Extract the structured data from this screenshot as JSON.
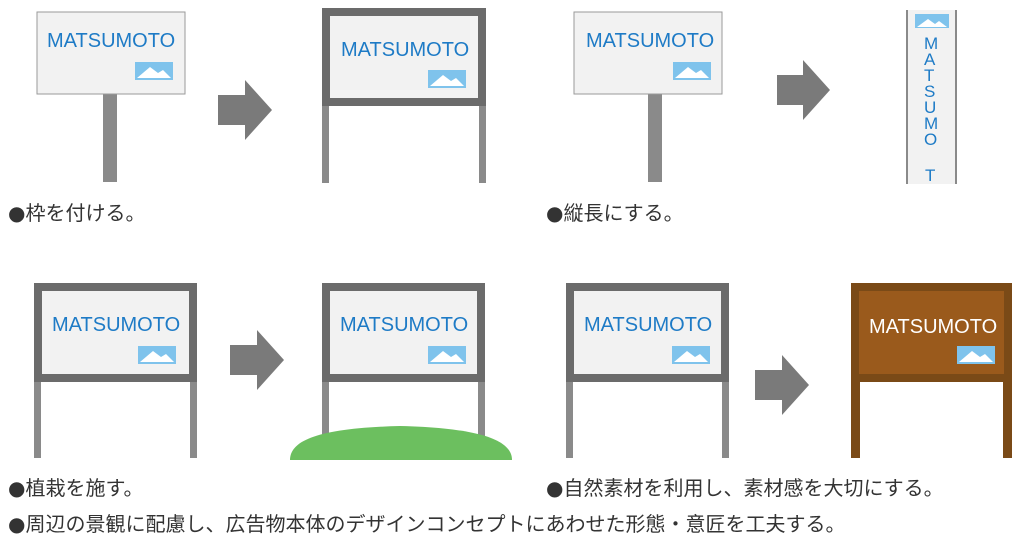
{
  "sign": {
    "text": "MATSUMOTO",
    "vertical_letters": [
      "M",
      "A",
      "T",
      "S",
      "U",
      "M",
      "O",
      "T"
    ]
  },
  "captions": {
    "frame": "●枠を付ける。",
    "vertical": "●縦長にする。",
    "planting": "●植栽を施す。",
    "material": "●自然素材を利用し、素材感を大切にする。",
    "summary": "●周辺の景観に配慮し、広告物本体のデザインコンセプトにあわせた形態・意匠を工夫する。"
  },
  "colors": {
    "post": "#8a8a8a",
    "frame": "#6b6b6b",
    "panel": "#f2f2f2",
    "text": "#1e7bc6",
    "icon_sky": "#7fc3ec",
    "arrow": "#7a7a7a",
    "grass": "#6cbf5f",
    "wood_frame": "#7a4a17",
    "wood_panel": "#9a5a1c"
  },
  "icons": [
    "mountain-icon",
    "right-arrow-icon"
  ]
}
